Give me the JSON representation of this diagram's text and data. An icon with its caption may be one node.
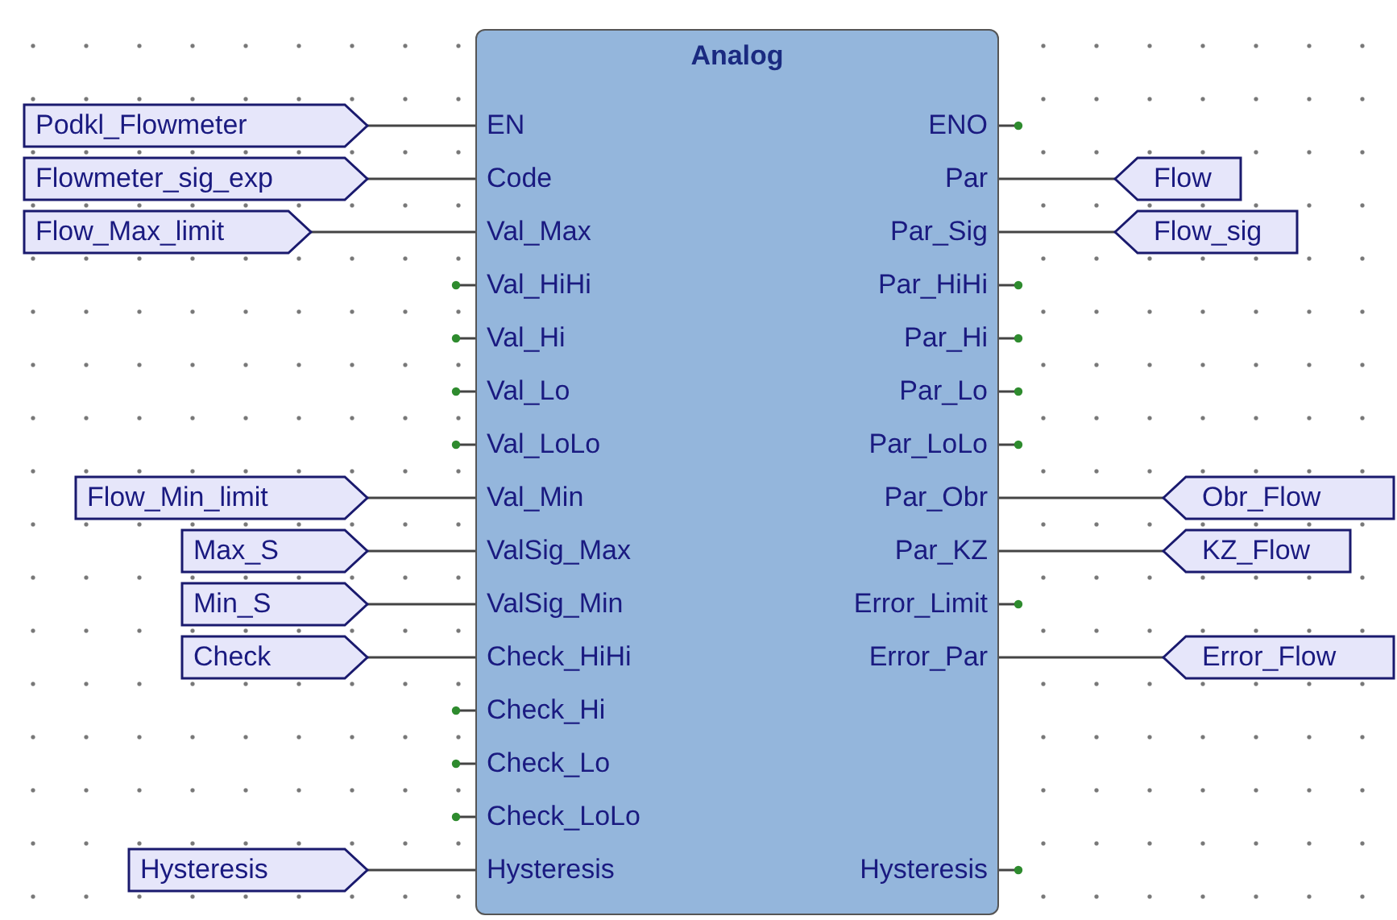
{
  "diagram": {
    "nodes": [
      {
        "text": [
          "Analog"
        ]
      },
      {
        "text": [
          "Podkl_Flowmeter"
        ]
      },
      {
        "text": [
          "EN"
        ],
        "in": 0
      },
      {
        "text": [
          "ENO"
        ],
        "in": 0
      },
      {
        "text": [
          "Flowmeter_sig_exp"
        ]
      },
      {
        "text": [
          "Code"
        ],
        "in": 0
      },
      {
        "text": [
          "Par"
        ],
        "in": 0
      },
      {
        "text": [
          "Flow"
        ]
      },
      {
        "text": [
          "Flow_Max_limit"
        ]
      },
      {
        "text": [
          "Val_Max"
        ],
        "in": 0
      },
      {
        "text": [
          "Par_Sig"
        ],
        "in": 0
      },
      {
        "text": [
          "Flow_sig"
        ]
      },
      {
        "text": [
          "Val_HiHi"
        ],
        "in": 0
      },
      {
        "text": [
          "Par_HiHi"
        ],
        "in": 0
      },
      {
        "text": [
          "Val_Hi"
        ],
        "in": 0
      },
      {
        "text": [
          "Par_Hi"
        ],
        "in": 0
      },
      {
        "text": [
          "Val_Lo"
        ],
        "in": 0
      },
      {
        "text": [
          "Par_Lo"
        ],
        "in": 0
      },
      {
        "text": [
          "Val_LoLo"
        ],
        "in": 0
      },
      {
        "text": [
          "Par_LoLo"
        ],
        "in": 0
      },
      {
        "text": [
          "Flow_Min_limit"
        ]
      },
      {
        "text": [
          "Val_Min"
        ],
        "in": 0
      },
      {
        "text": [
          "Par_Obr"
        ],
        "in": 0
      },
      {
        "text": [
          "Obr_Flow"
        ]
      },
      {
        "text": [
          "Max_S"
        ]
      },
      {
        "text": [
          "ValSig_Max"
        ],
        "in": 0
      },
      {
        "text": [
          "Par_KZ"
        ],
        "in": 0
      },
      {
        "text": [
          "KZ_Flow"
        ]
      },
      {
        "text": [
          "Min_S"
        ]
      },
      {
        "text": [
          "ValSig_Min"
        ],
        "in": 0
      },
      {
        "text": [
          "Error_Limit"
        ],
        "in": 0
      },
      {
        "text": [
          "Check"
        ]
      },
      {
        "text": [
          "Check_HiHi"
        ],
        "in": 0
      },
      {
        "text": [
          "Error_Par"
        ],
        "in": 0
      },
      {
        "text": [
          "Error_Flow"
        ]
      },
      {
        "text": [
          "Check_Hi"
        ],
        "in": 0
      },
      {
        "text": [
          "Check_Lo"
        ],
        "in": 0
      },
      {
        "text": [
          "Check_LoLo"
        ],
        "in": 0
      },
      {
        "text": [
          "Hysteresis"
        ]
      },
      {
        "text": [
          "Hysteresis"
        ],
        "in": 0
      },
      {
        "text": [
          "Hysteresis"
        ],
        "in": 0
      }
    ],
    "edges": [
      {
        "from": 1,
        "to": 2,
        "arrow": "none"
      },
      {
        "from": 3,
        "to": null,
        "arrow": "other"
      },
      {
        "from": 4,
        "to": 5,
        "arrow": "none"
      },
      {
        "from": 6,
        "to": 7,
        "arrow": "none"
      },
      {
        "from": 8,
        "to": 9,
        "arrow": "none"
      },
      {
        "from": 10,
        "to": 11,
        "arrow": "none"
      },
      {
        "from": null,
        "to": 12,
        "arrow": "other"
      },
      {
        "from": 13,
        "to": null,
        "arrow": "other"
      },
      {
        "from": null,
        "to": 14,
        "arrow": "other"
      },
      {
        "from": 15,
        "to": null,
        "arrow": "other"
      },
      {
        "from": null,
        "to": 16,
        "arrow": "other"
      },
      {
        "from": 17,
        "to": null,
        "arrow": "other"
      },
      {
        "from": null,
        "to": 18,
        "arrow": "other"
      },
      {
        "from": 19,
        "to": null,
        "arrow": "other"
      },
      {
        "from": 20,
        "to": 21,
        "arrow": "none"
      },
      {
        "from": 22,
        "to": 23,
        "arrow": "none"
      },
      {
        "from": 24,
        "to": 25,
        "arrow": "none"
      },
      {
        "from": 26,
        "to": 27,
        "arrow": "none"
      },
      {
        "from": 28,
        "to": 29,
        "arrow": "none"
      },
      {
        "from": 30,
        "to": null,
        "arrow": "other"
      },
      {
        "from": 31,
        "to": 32,
        "arrow": "none"
      },
      {
        "from": 33,
        "to": 34,
        "arrow": "none"
      },
      {
        "from": null,
        "to": 35,
        "arrow": "other"
      },
      {
        "from": null,
        "to": 36,
        "arrow": "other"
      },
      {
        "from": null,
        "to": 37,
        "arrow": "other"
      },
      {
        "from": 38,
        "to": 39,
        "arrow": "none"
      },
      {
        "from": 40,
        "to": null,
        "arrow": "other"
      }
    ]
  }
}
